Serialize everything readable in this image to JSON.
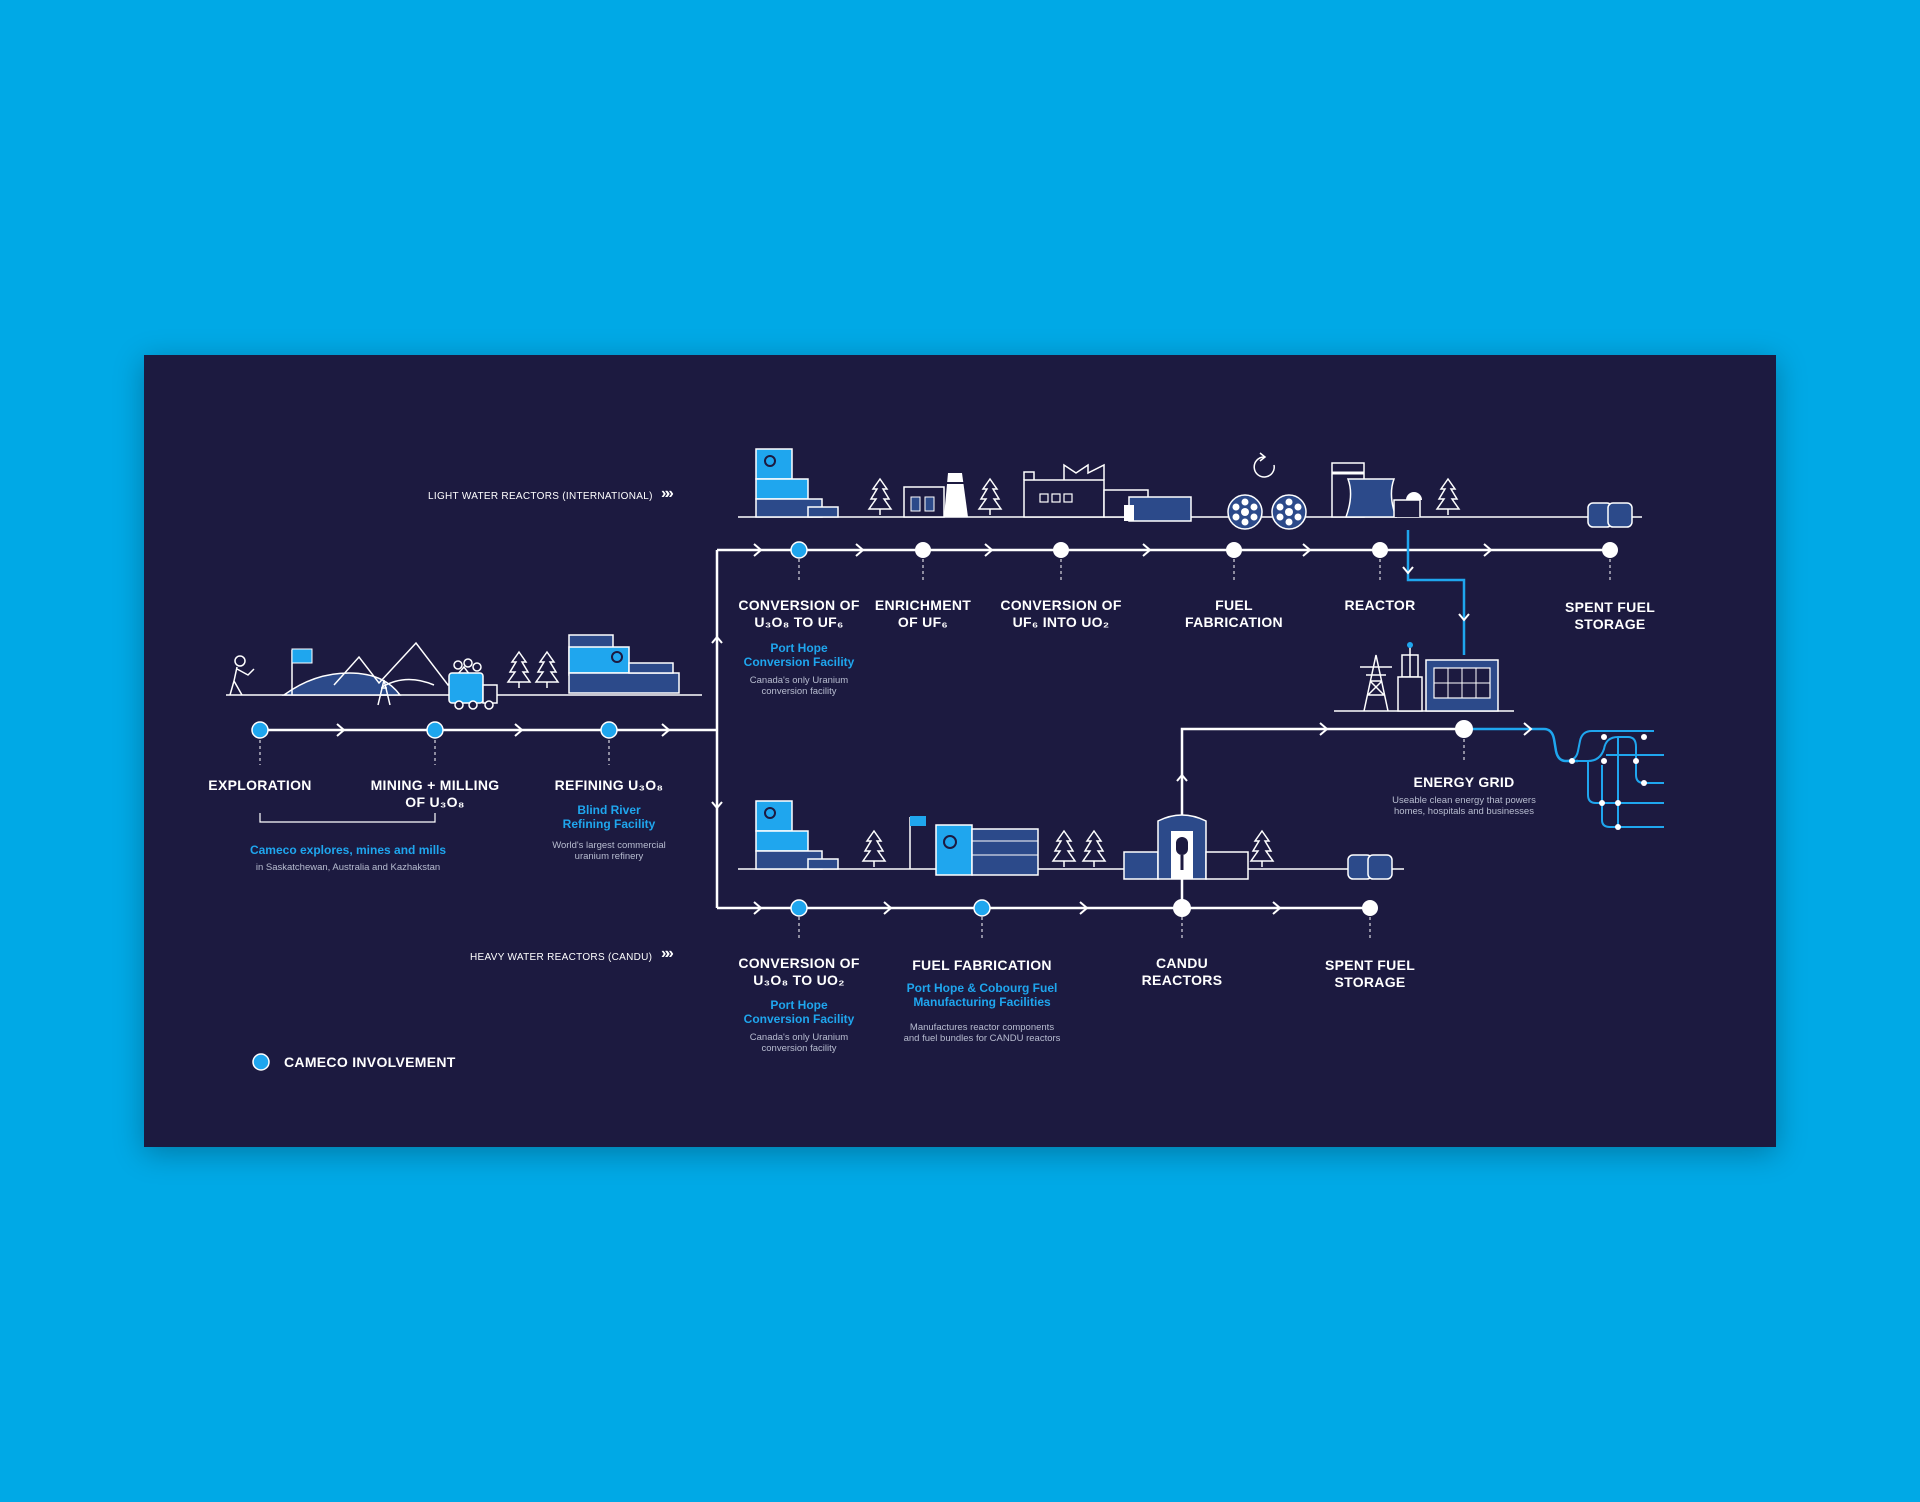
{
  "colors": {
    "background": "#00a9e6",
    "panel": "#1c1a40",
    "accent": "#1fa6ee",
    "line": "#ffffff",
    "building": "#2c4a8a"
  },
  "rows": {
    "light_water": {
      "label": "LIGHT WATER REACTORS (INTERNATIONAL)",
      "arrow": "»»"
    },
    "heavy_water": {
      "label": "HEAVY WATER REACTORS (CANDU)",
      "arrow": "»»"
    }
  },
  "front_end": [
    {
      "stage": "EXPLORATION",
      "cameco": true
    },
    {
      "stage": "MINING + MILLING\nOF U₃O₈",
      "cameco": true
    },
    {
      "stage": "REFINING U₃O₈",
      "facility": "Blind River\nRefining Facility",
      "note": "World's largest commercial\nuranium refinery",
      "cameco": true
    }
  ],
  "front_end_bracket": {
    "title": "Cameco explores, mines and mills",
    "note": "in Saskatchewan, Australia and Kazhakstan"
  },
  "light_water_stages": [
    {
      "stage": "CONVERSION OF\nU₃O₈ TO UF₆",
      "facility": "Port Hope\nConversion Facility",
      "note": "Canada's only Uranium\nconversion facility",
      "cameco": true
    },
    {
      "stage": "ENRICHMENT\nOF UF₆",
      "cameco": false
    },
    {
      "stage": "CONVERSION OF\nUF₆ INTO UO₂",
      "cameco": false
    },
    {
      "stage": "FUEL\nFABRICATION",
      "cameco": false
    },
    {
      "stage": "REACTOR",
      "cameco": false
    },
    {
      "stage": "SPENT FUEL\nSTORAGE",
      "cameco": false
    }
  ],
  "heavy_water_stages": [
    {
      "stage": "CONVERSION OF\nU₃O₈ TO UO₂",
      "facility": "Port Hope\nConversion Facility",
      "note": "Canada's only Uranium\nconversion facility",
      "cameco": true
    },
    {
      "stage": "FUEL FABRICATION",
      "facility": "Port Hope & Cobourg Fuel\nManufacturing Facilities",
      "note": "Manufactures reactor components\nand fuel bundles for CANDU reactors",
      "cameco": true
    },
    {
      "stage": "CANDU\nREACTORS",
      "cameco": false
    },
    {
      "stage": "SPENT FUEL\nSTORAGE",
      "cameco": false
    }
  ],
  "energy_grid": {
    "stage": "ENERGY GRID",
    "note": "Useable clean energy that powers\nhomes, hospitals and businesses"
  },
  "legend": {
    "label": "CAMECO INVOLVEMENT"
  },
  "icons": [
    "prospector-icon",
    "flag-icon",
    "mountains-icon",
    "mine-headframe-icon",
    "ore-truck-icon",
    "tree-icon",
    "refinery-icon",
    "conversion-facility-icon",
    "enrichment-plant-icon",
    "factory-icon",
    "recycle-icon",
    "fuel-pellets-icon",
    "cooling-tower-icon",
    "storage-casks-icon",
    "transmission-tower-icon",
    "transformer-icon",
    "control-building-icon",
    "candu-reactor-icon",
    "grid-network-icon"
  ]
}
